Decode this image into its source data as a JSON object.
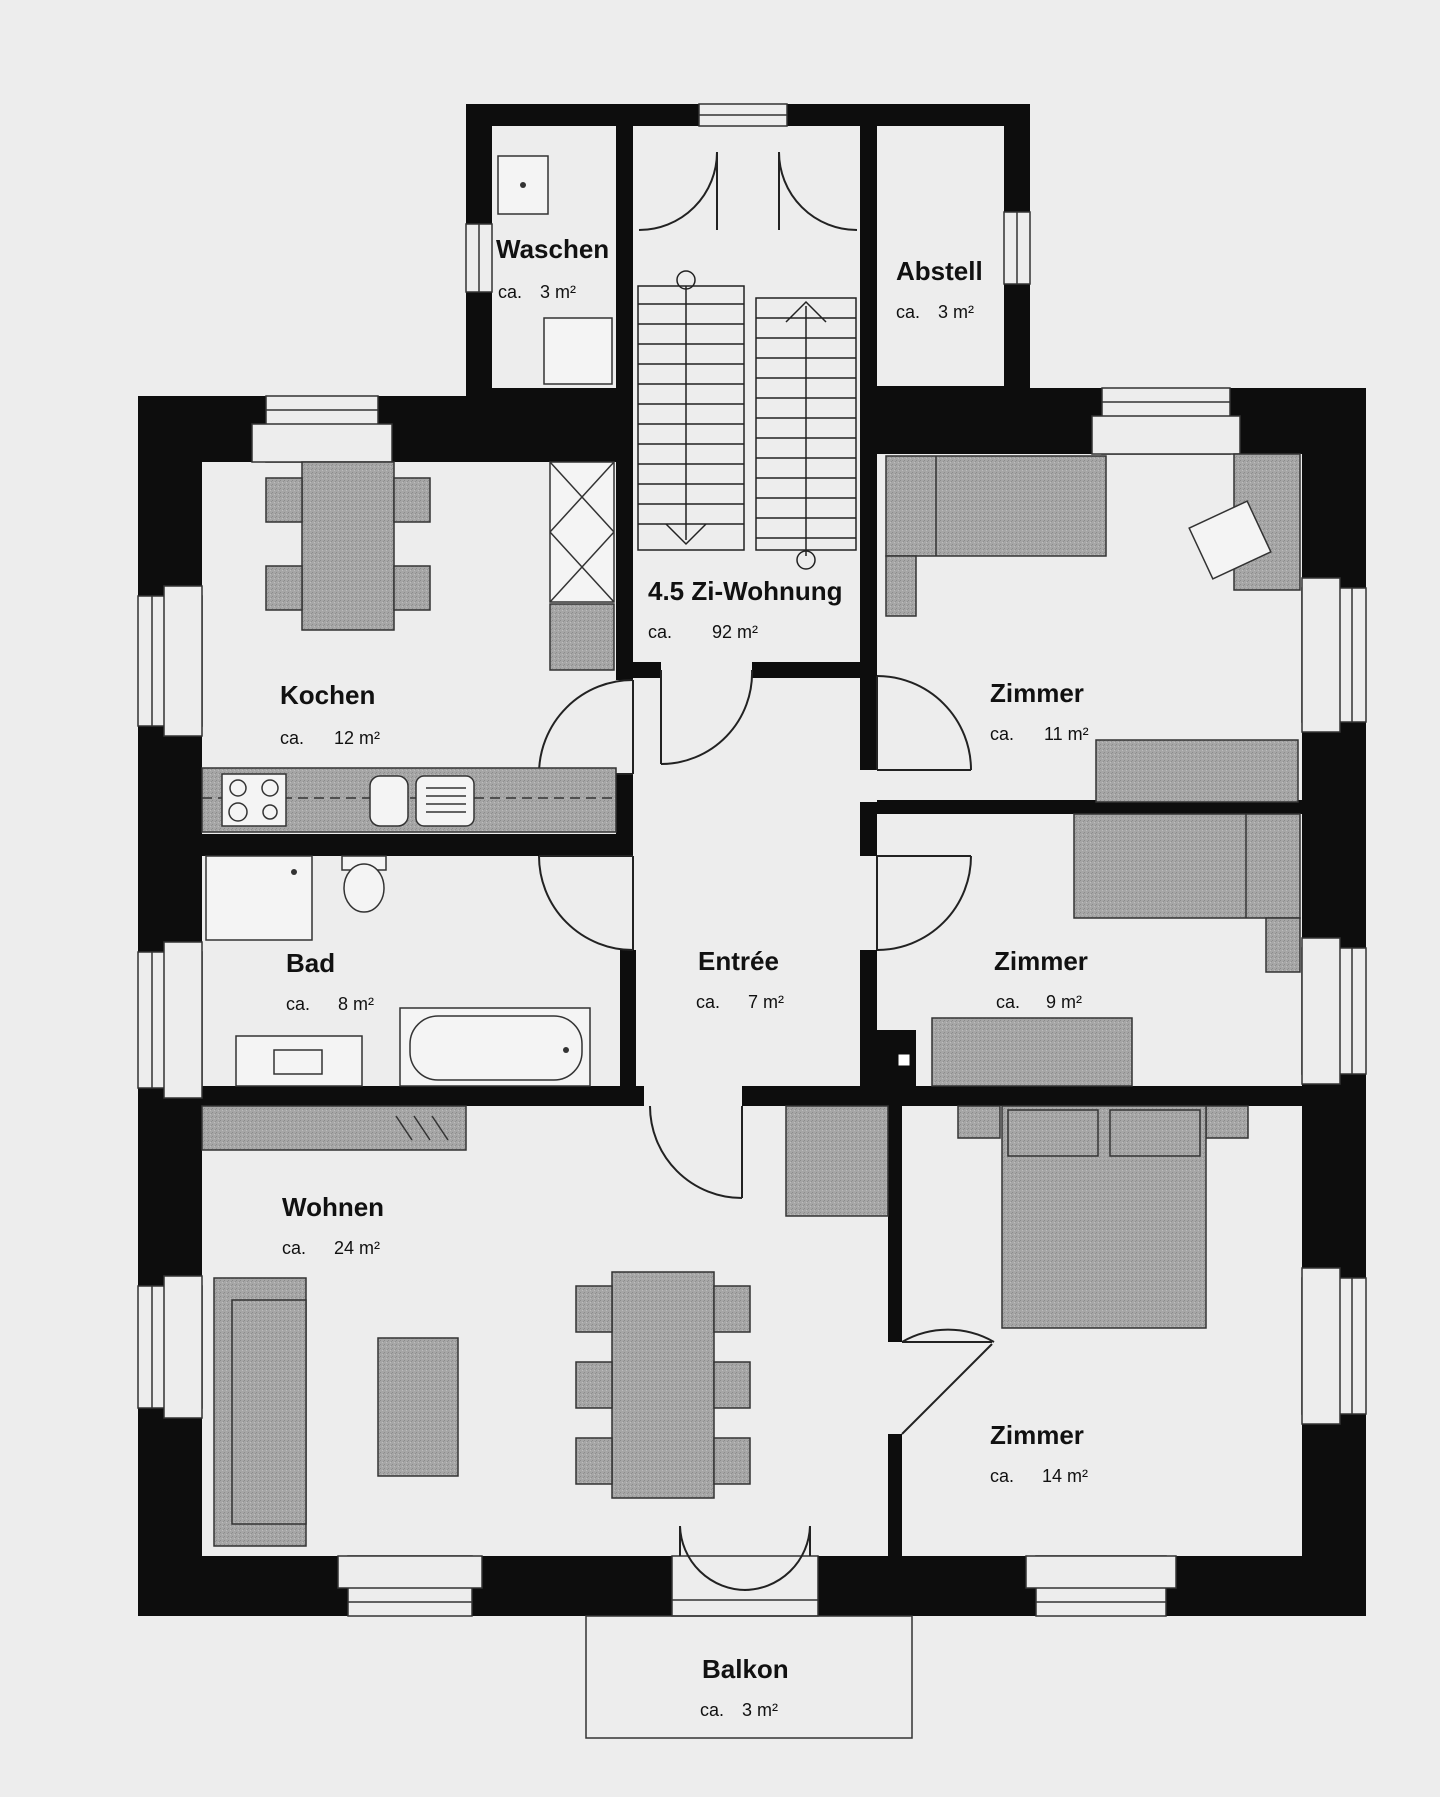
{
  "colors": {
    "paper": "#ededed",
    "wall": "#0d0d0d",
    "furniture": "#a9a9a9",
    "line": "#222222"
  },
  "apartment": {
    "name": "4.5 Zi-Wohnung",
    "area_prefix": "ca.",
    "area": "92 m²"
  },
  "rooms": [
    {
      "id": "waschen",
      "name": "Waschen",
      "area_prefix": "ca.",
      "area": "3 m²"
    },
    {
      "id": "abstell",
      "name": "Abstell",
      "area_prefix": "ca.",
      "area": "3 m²"
    },
    {
      "id": "kochen",
      "name": "Kochen",
      "area_prefix": "ca.",
      "area": "12 m²"
    },
    {
      "id": "zimmer-ne",
      "name": "Zimmer",
      "area_prefix": "ca.",
      "area": "11 m²"
    },
    {
      "id": "bad",
      "name": "Bad",
      "area_prefix": "ca.",
      "area": "8 m²"
    },
    {
      "id": "entree",
      "name": "Entrée",
      "area_prefix": "ca.",
      "area": "7 m²"
    },
    {
      "id": "zimmer-e",
      "name": "Zimmer",
      "area_prefix": "ca.",
      "area": "9 m²"
    },
    {
      "id": "wohnen",
      "name": "Wohnen",
      "area_prefix": "ca.",
      "area": "24 m²"
    },
    {
      "id": "zimmer-se",
      "name": "Zimmer",
      "area_prefix": "ca.",
      "area": "14 m²"
    },
    {
      "id": "balkon",
      "name": "Balkon",
      "area_prefix": "ca.",
      "area": "3 m²"
    }
  ]
}
